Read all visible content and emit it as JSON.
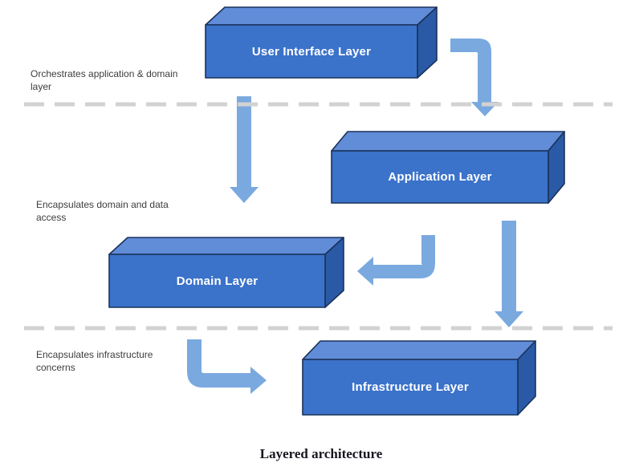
{
  "diagram": {
    "title": "Layered architecture",
    "boxes": [
      {
        "id": "user-interface-layer",
        "label": "User Interface Layer"
      },
      {
        "id": "application-layer",
        "label": "Application Layer"
      },
      {
        "id": "domain-layer",
        "label": "Domain Layer"
      },
      {
        "id": "infrastructure-layer",
        "label": "Infrastructure Layer"
      }
    ],
    "annotations": [
      {
        "line1": "Orchestrates application & domain",
        "line2": "layer"
      },
      {
        "line1": "Encapsulates domain and data",
        "line2": "access"
      },
      {
        "line1": "Encapsulates infrastructure",
        "line2": "concerns"
      }
    ],
    "arrows": [
      {
        "from": "user-interface-layer",
        "to": "application-layer"
      },
      {
        "from": "user-interface-layer",
        "to": "domain-layer"
      },
      {
        "from": "application-layer",
        "to": "domain-layer"
      },
      {
        "from": "application-layer",
        "to": "infrastructure-layer"
      },
      {
        "from": "domain-layer",
        "to": "infrastructure-layer"
      }
    ],
    "colors": {
      "box_front": "#3b72ca",
      "box_top": "#618cd8",
      "box_side": "#2a5aa6",
      "box_outline": "#1a325a",
      "arrow": "#7aa9df",
      "dash": "#d2d2d2",
      "annotation_text": "#3d3d3d",
      "caption_text": "#16161f"
    }
  }
}
